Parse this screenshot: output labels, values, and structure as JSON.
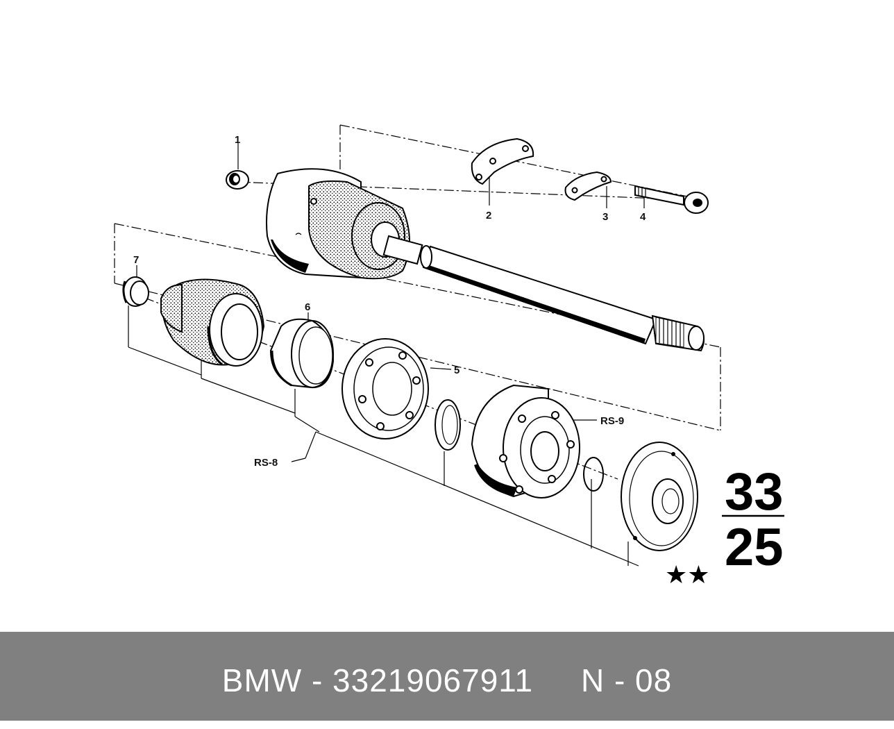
{
  "labels": {
    "p1": "1",
    "p2": "2",
    "p3": "3",
    "p4": "4",
    "p5": "5",
    "p6": "6",
    "p7": "7",
    "rs8": "RS-8",
    "rs9": "RS-9"
  },
  "group_code": {
    "top": "33",
    "bottom": "25",
    "marks": "★★"
  },
  "footer": {
    "text": "BMW - 33219067911     N - 08"
  },
  "colors": {
    "footer_bg": "#808080",
    "footer_text": "#ffffff",
    "ink": "#000000"
  }
}
